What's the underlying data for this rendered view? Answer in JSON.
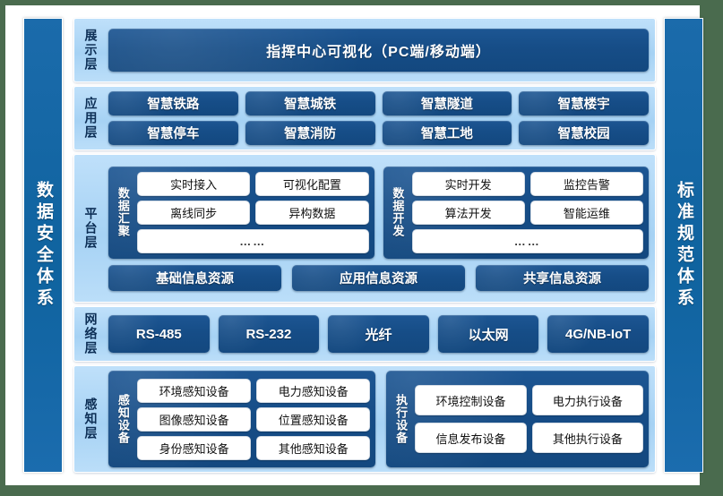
{
  "side_bands": {
    "left": {
      "name": "data-security-system",
      "text": "数据安全体系"
    },
    "right": {
      "name": "standard-specification-system",
      "text": "标准规范体系"
    }
  },
  "colors": {
    "page_background": "#4a6b4e",
    "canvas": "#ffffff",
    "band_blue": "#0f639f",
    "layer_light_blue": "#a6d2f4",
    "pill_dark_blue": "#164d87",
    "chip_white": "#ffffff",
    "label_text": "#0d2f56"
  },
  "layers": {
    "display": {
      "label": "展示层",
      "banner": "指挥中心可视化（PC端/移动端）"
    },
    "application": {
      "label": "应用层",
      "rows": [
        [
          "智慧铁路",
          "智慧城铁",
          "智慧隧道",
          "智慧楼宇"
        ],
        [
          "智慧停车",
          "智慧消防",
          "智慧工地",
          "智慧校园"
        ]
      ]
    },
    "platform": {
      "label": "平台层",
      "groups": [
        {
          "title": "数据汇聚",
          "rows": [
            [
              "实时接入",
              "可视化配置"
            ],
            [
              "离线同步",
              "异构数据"
            ]
          ],
          "full_row": "……"
        },
        {
          "title": "数据开发",
          "rows": [
            [
              "实时开发",
              "监控告警"
            ],
            [
              "算法开发",
              "智能运维"
            ]
          ],
          "full_row": "……"
        }
      ],
      "resources": [
        "基础信息资源",
        "应用信息资源",
        "共享信息资源"
      ]
    },
    "network": {
      "label": "网络层",
      "items": [
        "RS-485",
        "RS-232",
        "光纤",
        "以太网",
        "4G/NB-IoT"
      ]
    },
    "sensing": {
      "label": "感知层",
      "groups": [
        {
          "title": "感知设备",
          "rows": [
            [
              "环境感知设备",
              "电力感知设备"
            ],
            [
              "图像感知设备",
              "位置感知设备"
            ],
            [
              "身份感知设备",
              "其他感知设备"
            ]
          ]
        },
        {
          "title": "执行设备",
          "rows": [
            [
              "环境控制设备",
              "电力执行设备"
            ],
            [
              "信息发布设备",
              "其他执行设备"
            ]
          ]
        }
      ]
    }
  }
}
